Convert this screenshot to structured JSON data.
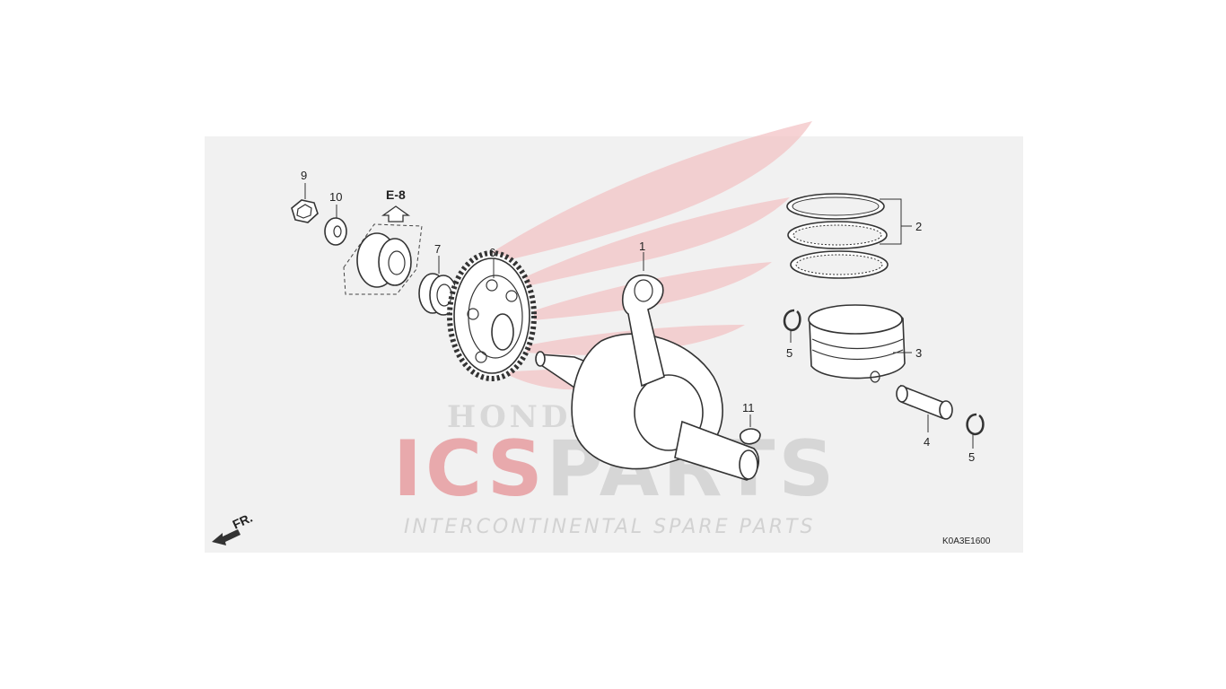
{
  "diagram": {
    "code": "K0A3E1600",
    "reference": "E-8",
    "direction_label": "FR.",
    "callouts": [
      "1",
      "2",
      "3",
      "4",
      "5",
      "5",
      "6",
      "7",
      "9",
      "10",
      "11"
    ]
  },
  "watermark": {
    "brand_ics": "ICS",
    "brand_parts": "PARTS",
    "tagline": "INTERCONTINENTAL SPARE PARTS",
    "honda": "HONDA",
    "wing_color": "#f3c4c6",
    "red_color": "#e8a9ac",
    "gray_color": "#d6d6d6"
  }
}
